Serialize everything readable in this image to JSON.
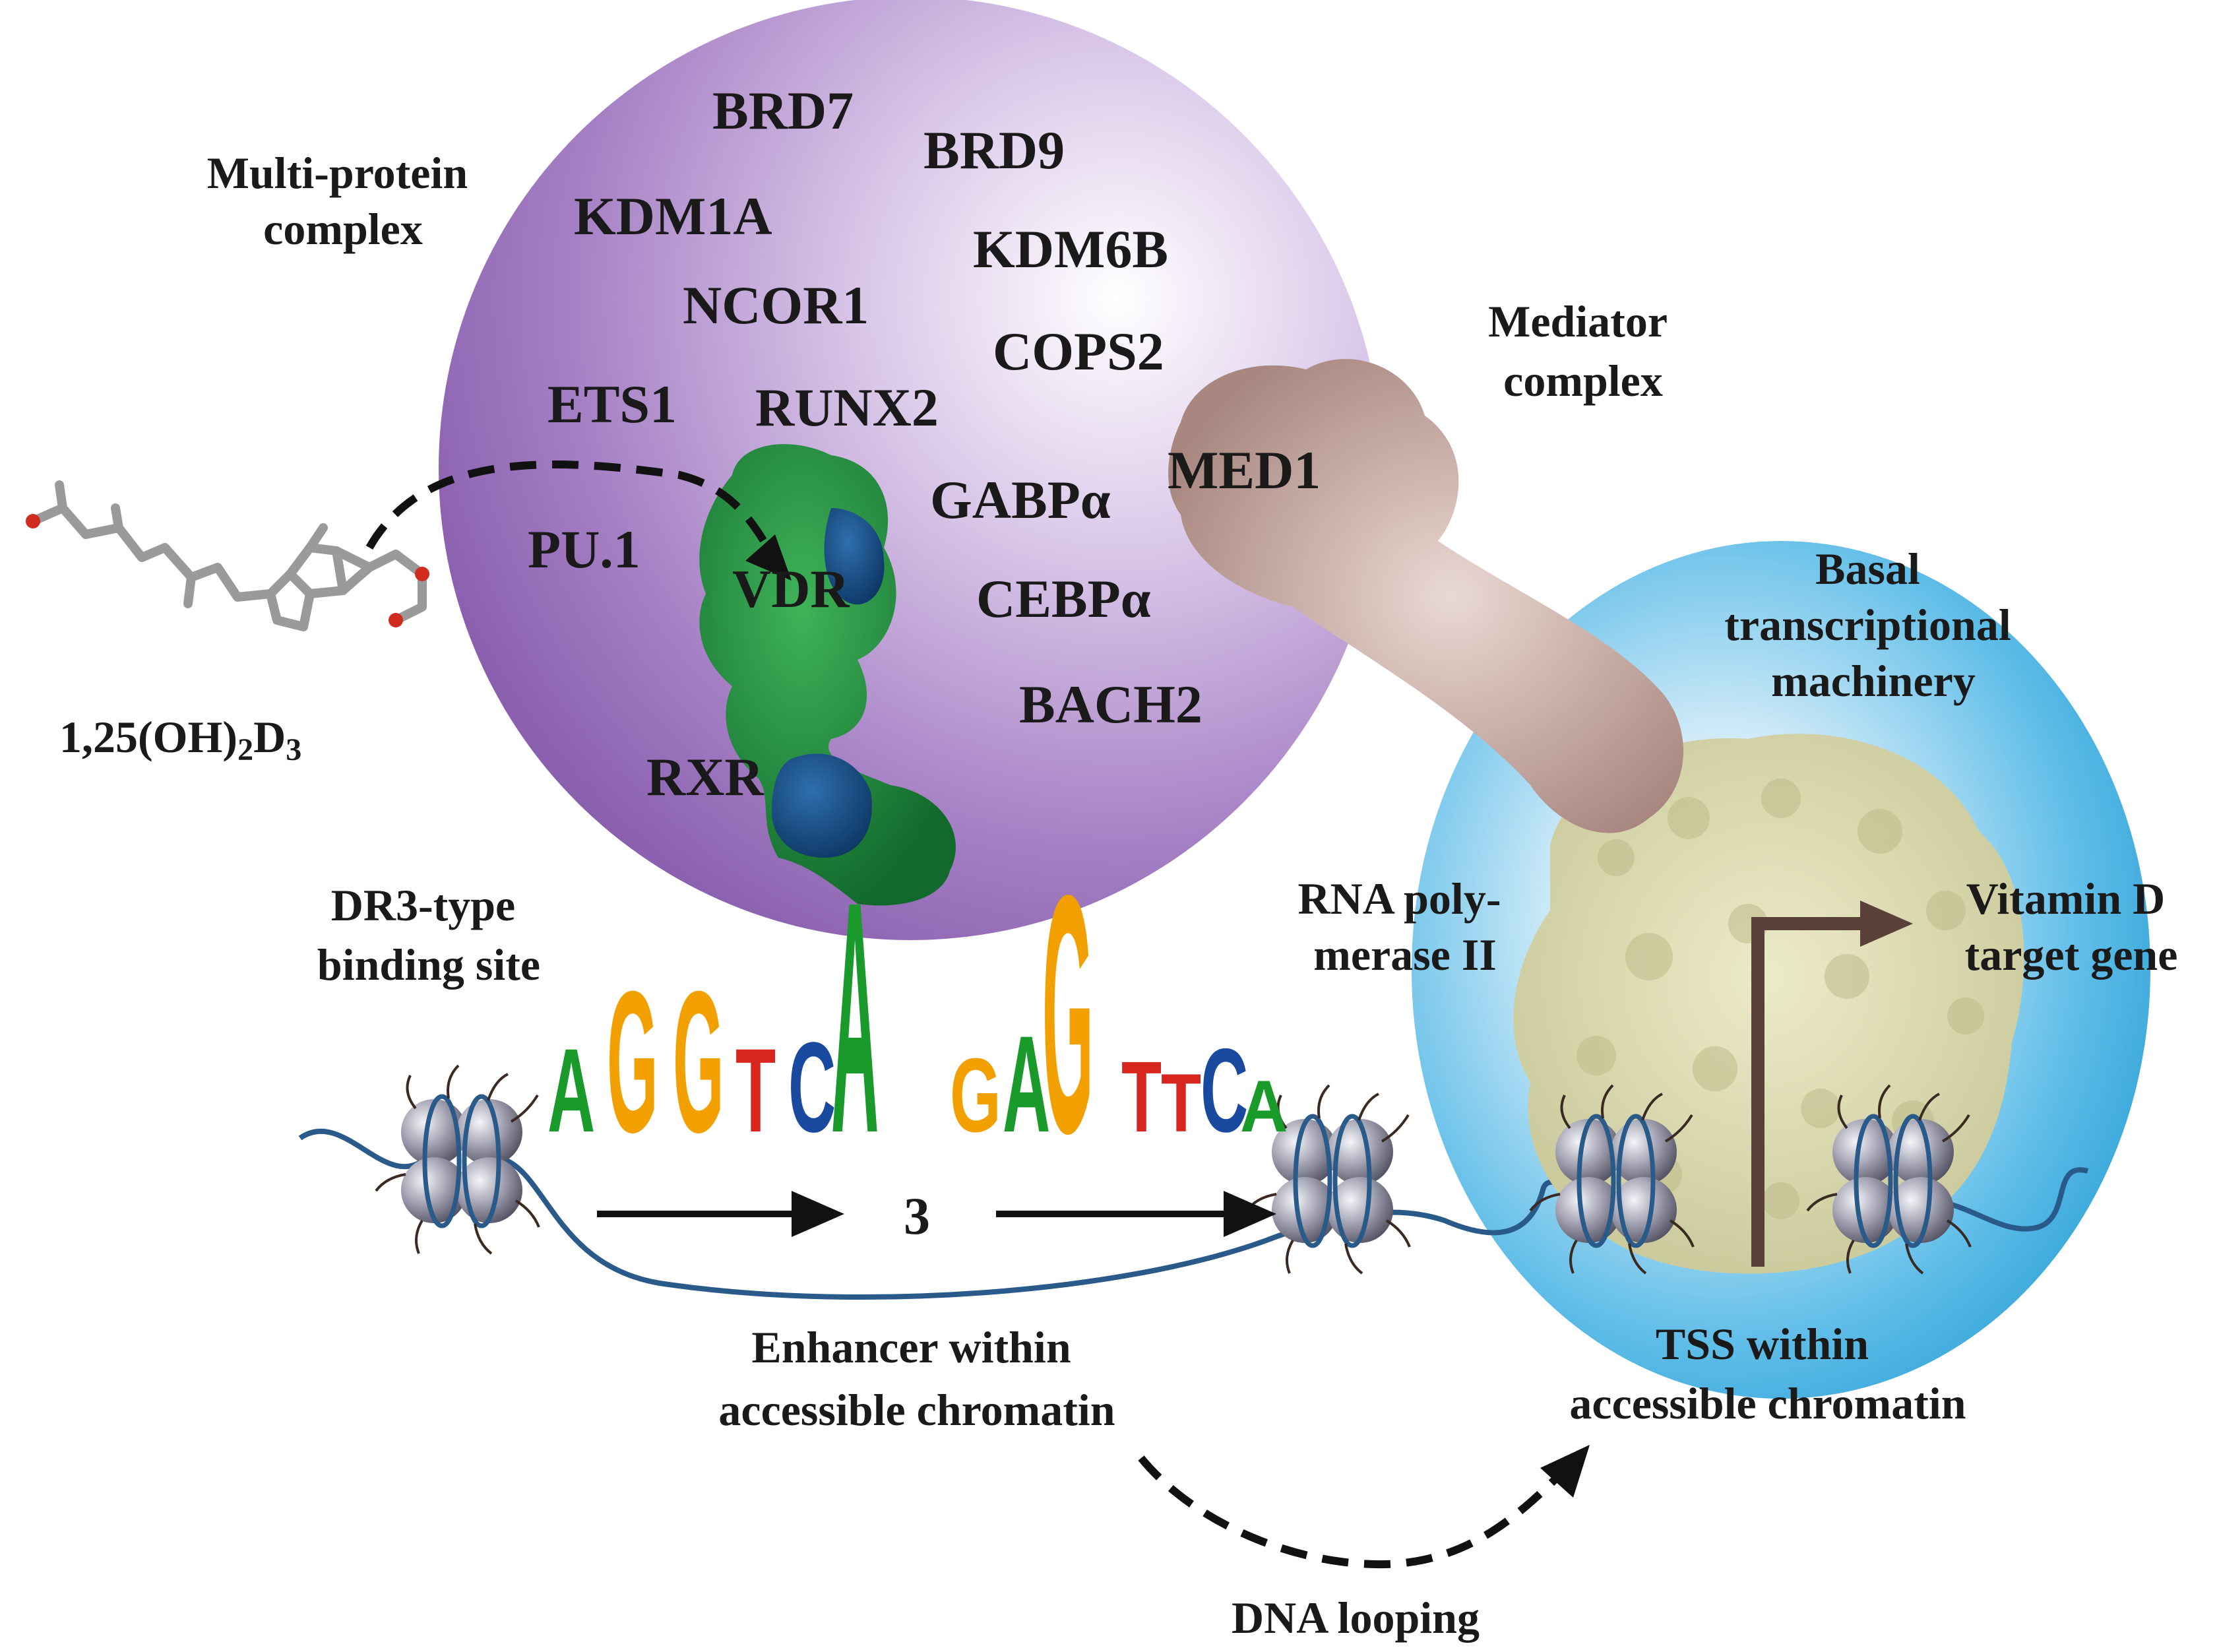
{
  "labels": {
    "multi_protein_line1": "Multi-protein",
    "multi_protein_line2": "complex",
    "mediator_line1": "Mediator",
    "mediator_line2": "complex",
    "med1": "MED1",
    "basal_line1": "Basal",
    "basal_line2": "transcriptional",
    "basal_line3": "machinery",
    "ligand_main": "1,25(OH)",
    "ligand_sub1": "2",
    "ligand_d": "D",
    "ligand_sub2": "3",
    "dr3_line1": "DR3-type",
    "dr3_line2": "binding site",
    "rna_pol_line1": "RNA poly-",
    "rna_pol_line2": "merase II",
    "target_line1": "Vitamin D",
    "target_line2": "target gene",
    "spacer": "3",
    "enhancer_line1": "Enhancer within",
    "enhancer_line2": "accessible chromatin",
    "tss_line1": "TSS within",
    "tss_line2": "accessible chromatin",
    "dna_looping": "DNA looping"
  },
  "proteins": {
    "brd7": "BRD7",
    "brd9": "BRD9",
    "kdm1a": "KDM1A",
    "kdm6b": "KDM6B",
    "ncor1": "NCOR1",
    "cops2": "COPS2",
    "ets1": "ETS1",
    "runx2": "RUNX2",
    "gabpa": "GABPα",
    "pu1": "PU.1",
    "vdr": "VDR",
    "cebpa": "CEBPα",
    "bach2": "BACH2",
    "rxr": "RXR"
  },
  "motif_logo": {
    "half_site_1": [
      "A",
      "G",
      "G",
      "T",
      "C",
      "A"
    ],
    "half_site_2": [
      "G",
      "A",
      "G",
      "T",
      "T",
      "C",
      "A"
    ]
  },
  "colors": {
    "complex_sphere": "#9a6fba",
    "basal_sphere": "#39a9dd",
    "mediator": "#b4938c",
    "vdr_protein": "#1f8a3e",
    "rxr_protein": "#1a4f8a",
    "polymerase": "#d9d9a8",
    "dna": "#2a5a8a",
    "histone": "#9a9aaa",
    "tss_arrow": "#5a4038",
    "motif_A": "#1a9a2a",
    "motif_C": "#1a4aa0",
    "motif_G": "#f2a000",
    "motif_T": "#d8261e"
  }
}
